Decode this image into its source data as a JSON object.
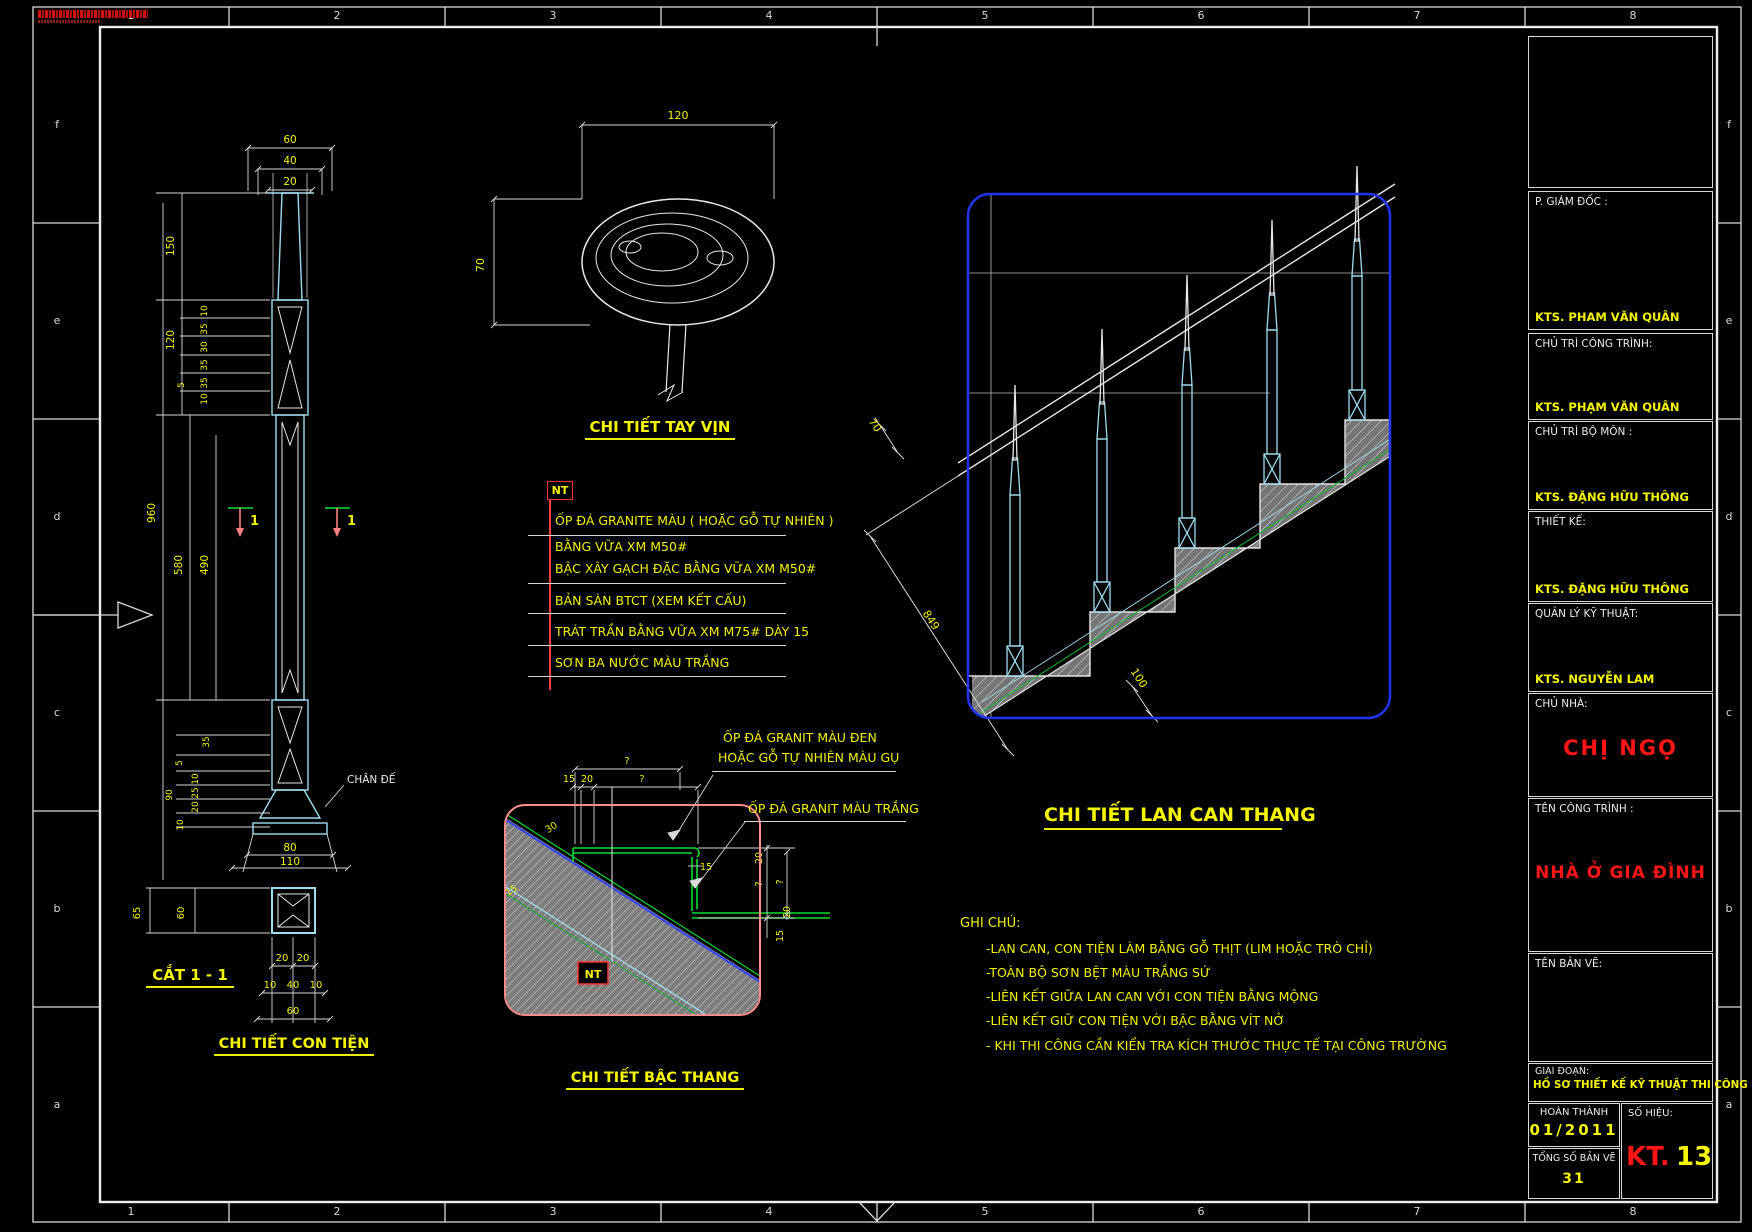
{
  "sheet": {
    "cols": [
      "1",
      "2",
      "3",
      "4",
      "5",
      "6",
      "7",
      "8"
    ],
    "rows": [
      "f",
      "e",
      "d",
      "c",
      "b",
      "a"
    ]
  },
  "titles": {
    "handrail": "CHI TIẾT TAY VỊN",
    "section": "CẮT 1 - 1",
    "baluster": "CHI TIẾT CON TIỆN",
    "step": "CHI TIẾT BẬC THANG",
    "railing": "CHI TIẾT LAN CAN THANG"
  },
  "labels": {
    "nt": "NT",
    "base": "CHÂN ĐẾ",
    "section_mark": "1"
  },
  "callout_notes": [
    "ỐP ĐÁ GRANITE MÀU ( HOẶC GỖ TỰ NHIÊN )",
    "BẰNG VỮA XM M50#",
    "BẬC XÂY GẠCH ĐẶC BẰNG VỮA XM M50#",
    "BẢN SÀN BTCT (XEM KẾT CẤU)",
    "TRÁT TRẦN BẰNG VỮA XM M75# DÀY 15",
    "SƠN BA NƯỚC MÀU TRẮNG"
  ],
  "step_callouts": [
    "ỐP ĐÁ GRANIT MÀU ĐEN",
    "HOẶC GỖ TỰ NHIÊN MÀU GỤ",
    "ỐP ĐÁ GRANIT MÀU TRẮNG"
  ],
  "ghi_chu": {
    "heading": "GHI CHÚ:",
    "items": [
      "-LAN CAN, CON TIỆN LÀM BẰNG GỖ THỊT (LIM HOẶC TRÒ CHỈ)",
      "-TOÀN BỘ SƠN BỆT MÀU TRẮNG SỨ",
      "-LIÊN KẾT GIỮA LAN CAN VỚI CON TIỆN BẰNG MỘNG",
      "-LIÊN KẾT GIỮ CON TIỆN VỚI BẬC BẰNG VÍT NỞ",
      "- KHI THI CÔNG CẦN KIỂN TRA KÍCH THƯỚC THỰC TẾ TẠI CÔNG TRƯỜNG"
    ]
  },
  "dims": {
    "handrail": {
      "w": "120",
      "h": "70"
    },
    "baluster": {
      "top": [
        "60",
        "40",
        "20"
      ],
      "v": [
        "150",
        "120",
        "960",
        "580",
        "490"
      ],
      "upper": [
        "10",
        "35",
        "30",
        "35",
        "35",
        "10",
        "5"
      ],
      "lower": [
        "35",
        "5",
        "10",
        "25",
        "20",
        "90",
        "10"
      ],
      "bottom": [
        "80",
        "110"
      ]
    },
    "section": {
      "v": [
        "65",
        "60"
      ],
      "r1": [
        "20",
        "20"
      ],
      "r2": [
        "10",
        "40",
        "10"
      ],
      "r3": "60"
    },
    "step": {
      "q": "?",
      "w15": "15",
      "w20": "20",
      "q2": "?",
      "r30": "30",
      "r15": "15",
      "n15": "15",
      "right": [
        "20",
        "?",
        "?",
        "20",
        "15"
      ]
    },
    "railing": {
      "rail": "70",
      "slope": "849",
      "step": "100"
    }
  },
  "titleblock": {
    "rows": [
      {
        "label": "P. GIÁM ĐỐC :",
        "value": "KTS. PHAM VĂN QUÂN"
      },
      {
        "label": "CHỦ TRÌ CÔNG TRÌNH:",
        "value": "KTS. PHẠM VĂN QUÂN"
      },
      {
        "label": "CHỦ TRÌ BỘ MÔN :",
        "value": "KTS. ĐẶNG HỮU THÔNG"
      },
      {
        "label": "THIẾT KẾ:",
        "value": "KTS. ĐẶNG HỮU THÔNG"
      },
      {
        "label": "QUẢN LÝ KỸ THUẬT:",
        "value": "KTS. NGUYỄN LAM"
      }
    ],
    "owner_label": "CHỦ NHÀ:",
    "owner": "CHỊ NGỌ",
    "project_label": "TÊN CÔNG TRÌNH :",
    "project": "NHÀ Ở GIA ĐÌNH",
    "sheetname_label": "TÊN BẢN VẼ:",
    "stage_label": "GIAI ĐOẠN:",
    "stage": "HỒ SƠ THIẾT KẾ KỸ THUẬT THI CÔNG",
    "done_label": "HOÀN THÀNH",
    "done": "01/2011",
    "no_label": "SỐ HIỆU:",
    "no_prefix": "KT.",
    "no": "13",
    "total_label": "TỔNG SỐ BẢN VẼ",
    "total": "31"
  }
}
